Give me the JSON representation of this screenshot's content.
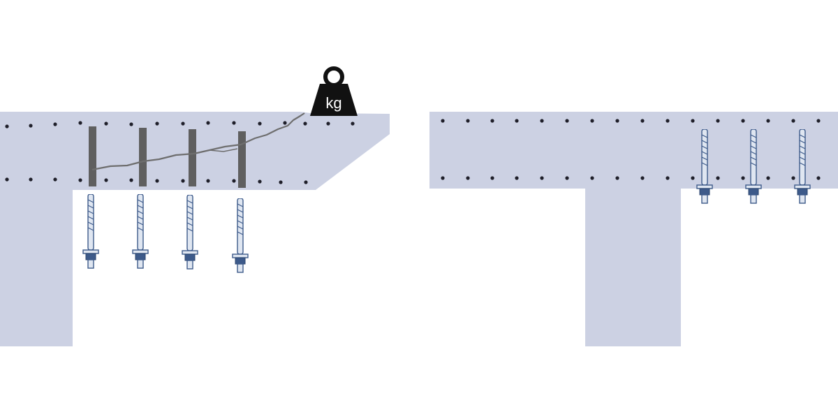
{
  "weight": {
    "label": "kg"
  },
  "colors": {
    "concrete": "#ccd1e3",
    "rebar": "#5f5f5f",
    "crack": "#6e6e6e",
    "dot": "#1f1f2a",
    "bolt_outline": "#3d5a8a",
    "bolt_fill": "#dfe6f1",
    "weight": "#111111"
  },
  "left_panel": {
    "rebar_count": 4,
    "bolt_count": 4,
    "has_crack": true
  },
  "right_panel": {
    "bolt_count": 3,
    "has_crack": false
  }
}
